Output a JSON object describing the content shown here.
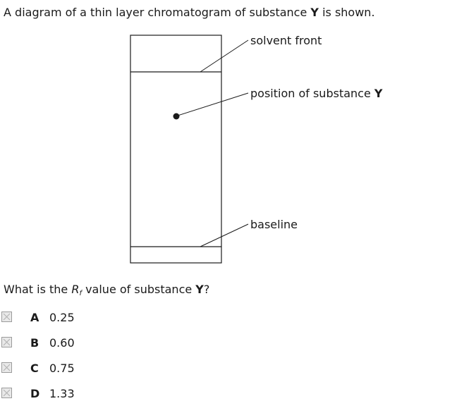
{
  "intro": {
    "text_before": "A diagram of a thin layer chromatogram of substance ",
    "substance": "Y",
    "text_after": " is shown."
  },
  "diagram": {
    "labels": {
      "solvent_front": "solvent front",
      "position_prefix": "position of substance ",
      "position_substance": "Y",
      "baseline": "baseline"
    }
  },
  "question": {
    "text_before": "What is the ",
    "r_symbol": "R",
    "r_subscript": "f",
    "text_middle": " value of substance ",
    "substance": "Y",
    "text_after": "?"
  },
  "options": [
    {
      "letter": "A",
      "value": "0.25"
    },
    {
      "letter": "B",
      "value": "0.60"
    },
    {
      "letter": "C",
      "value": "0.75"
    },
    {
      "letter": "D",
      "value": "1.33"
    }
  ]
}
